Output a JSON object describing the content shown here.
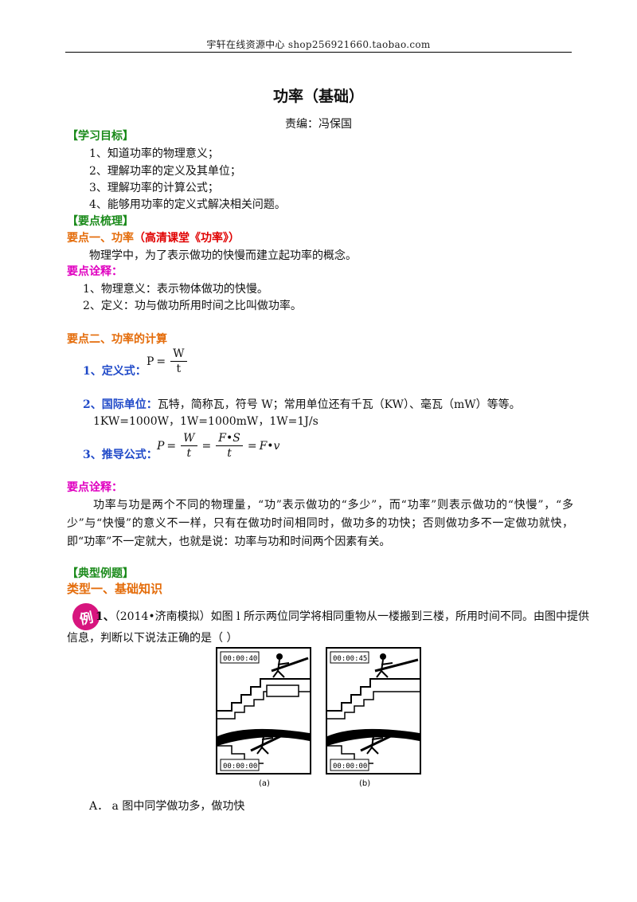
{
  "header": {
    "text": "宇轩在线资源中心   shop256921660.taobao.com"
  },
  "title": "功率（基础）",
  "editor": "责编：冯保国",
  "objectives": {
    "heading": "【学习目标】",
    "items": [
      "1、知道功率的物理意义；",
      "2、理解功率的定义及其单位；",
      "3、理解功率的计算公式；",
      "4、能够用功率的定义式解决相关问题。"
    ]
  },
  "key_points": {
    "heading": "【要点梳理】",
    "point1": {
      "label": "要点一、功率",
      "link": "（高清课堂《功率》）",
      "text": "物理学中，为了表示做功的快慢而建立起功率的概念。",
      "note_heading": "要点诠释：",
      "notes": [
        "1、物理意义：表示物体做功的快慢。",
        "2、定义：功与做功所用时间之比叫做功率。"
      ]
    },
    "point2": {
      "label": "要点二、功率的计算",
      "def_label": "1、定义式：",
      "def_formula": {
        "lhs": "P",
        "eq": "=",
        "num": "W",
        "den": "t"
      },
      "unit_label": "2、国际单位：",
      "unit_text": "瓦特，简称瓦，符号 W；常用单位还有千瓦（KW）、毫瓦（mW）等等。",
      "unit_conv": "1KW=1000W，1W=1000mW，1W=1J/s",
      "derived_label": "3、推导公式：",
      "derived": {
        "lhs": "P",
        "eq": "=",
        "f1_num": "W",
        "f1_den": "t",
        "f2_num": "F•S",
        "f2_den": "t",
        "rhs": "F•v"
      }
    },
    "note2_heading": "要点诠释：",
    "note2_text": "功率与功是两个不同的物理量，“功”表示做功的“多少”，而“功率”则表示做功的“快慢”，“多少”与“快慢”的意义不一样，只有在做功时间相同时，做功多的功快；否则做功多不一定做功就快，即“功率”不一定就大，也就是说：功率与功和时间两个因素有关。"
  },
  "examples": {
    "heading": "【典型例题】",
    "type1": "类型一、基础知识",
    "badge": "例",
    "q1_num": "1、",
    "q1_line1": "（2014•济南模拟）如图 l 所示两位同学将相同重物从一楼搬到三楼，所用时间不同。由图中提供",
    "q1_line2": "信息，判断以下说法正确的是（      ）",
    "figure": {
      "a": {
        "timer_top": "00:00:40",
        "timer_bottom": "00:00:00",
        "caption": "(a)"
      },
      "b": {
        "timer_top": "00:00:45",
        "timer_bottom": "00:00:00",
        "caption": "(b)"
      }
    },
    "option_a": "A．  a 图中同学做功多，做功快"
  }
}
